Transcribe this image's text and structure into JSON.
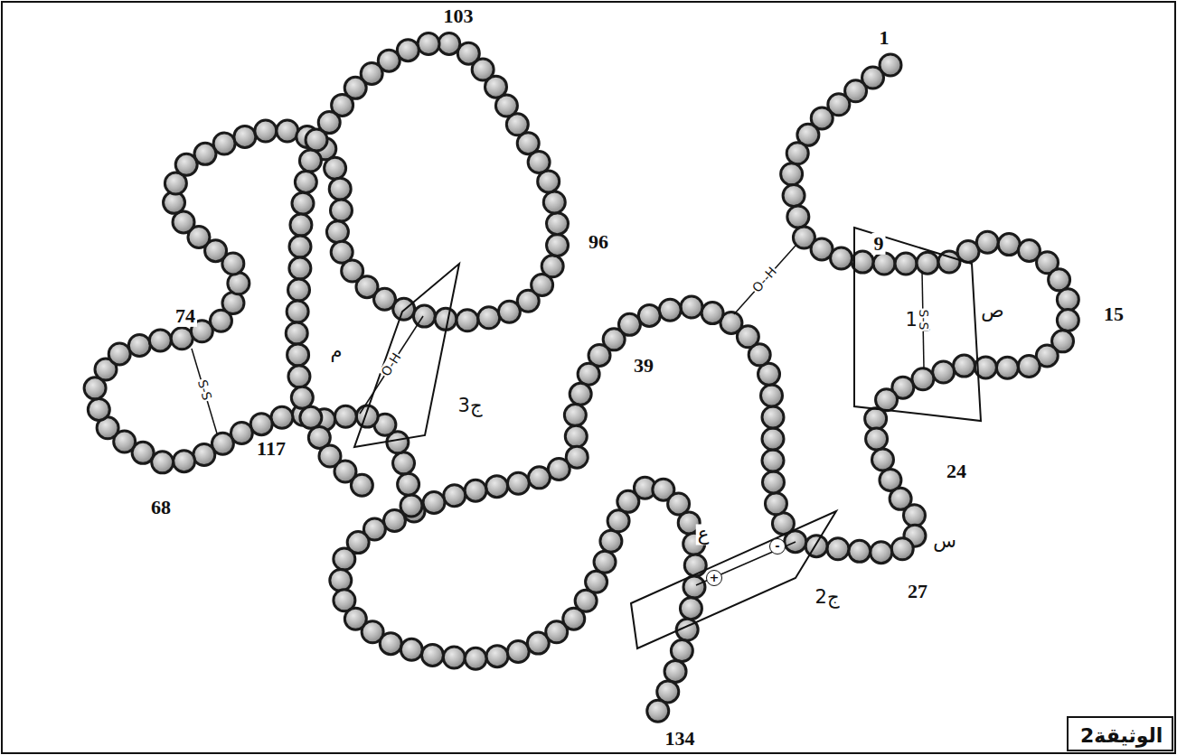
{
  "diagram": {
    "nodes": [
      {
        "text": [
          "الوثيقة2"
        ]
      }
    ],
    "labels": [
      "1",
      "9",
      "15",
      "24",
      "27",
      "39",
      "68",
      "74",
      "96",
      "103",
      "117",
      "134",
      "ج1",
      "ص",
      "ج2",
      "ع",
      "س",
      "ج3",
      "م",
      "S-S",
      "S-S",
      "O--H",
      "O-H",
      "+",
      "-"
    ]
  }
}
